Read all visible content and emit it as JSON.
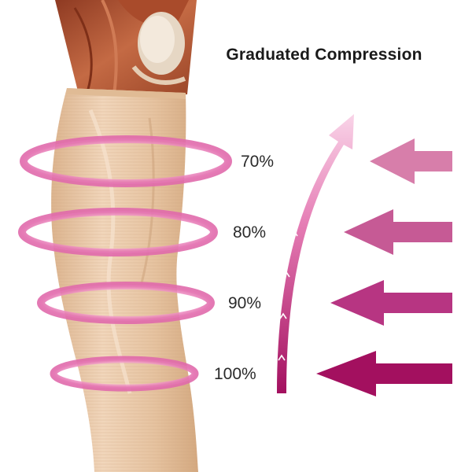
{
  "title": "Graduated Compression",
  "levels": [
    {
      "label": "70%",
      "value": 70
    },
    {
      "label": "80%",
      "value": 80
    },
    {
      "label": "90%",
      "value": 90
    },
    {
      "label": "100%",
      "value": 100
    }
  ],
  "colors": {
    "sock": "#e8c9a8",
    "sock_shadow": "#d9b38d",
    "muscle": "#b5532f",
    "ring": "#e879b8",
    "arrow_light": "#d77eaa",
    "arrow_dark": "#a3105f",
    "gradient_arrow_top": "#f7c6e0",
    "gradient_arrow_bottom": "#a3105f"
  },
  "icons": {
    "pressure_arrows": "left-arrow-icon",
    "gradient_arrow": "up-arrow-icon"
  }
}
